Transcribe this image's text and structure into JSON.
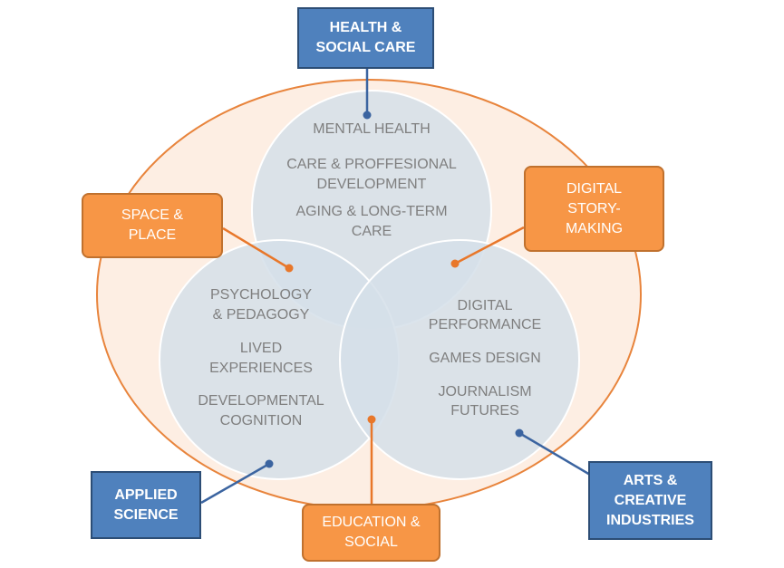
{
  "colors": {
    "outer_fill": "#fdeee3",
    "outer_stroke": "#e8843c",
    "circle_fill": "#d5dfe9",
    "circle_stroke": "#ffffff",
    "blue_box": "#4f81bd",
    "orange_box": "#f79646",
    "blue_line": "#3b64a0",
    "orange_line": "#e8772a",
    "area_text": "#7f7f7f"
  },
  "circles": {
    "top": {
      "items": [
        "MENTAL HEALTH",
        "CARE & PROFFESIONAL",
        "DEVELOPMENT",
        "AGING & LONG-TERM",
        "CARE"
      ]
    },
    "left": {
      "items": [
        "PSYCHOLOGY",
        "& PEDAGOGY",
        "LIVED",
        "EXPERIENCES",
        "DEVELOPMENTAL",
        "COGNITION"
      ]
    },
    "right": {
      "items": [
        "DIGITAL",
        "PERFORMANCE",
        "GAMES DESIGN",
        "JOURNALISM",
        "FUTURES"
      ]
    }
  },
  "boxes": {
    "health": "HEALTH &\nSOCIAL CARE",
    "space": "SPACE &\nPLACE",
    "digital_story": "DIGITAL\nSTORY-\nMAKING",
    "applied_science": "APPLIED\nSCIENCE",
    "education": "EDUCATION &\nSOCIAL",
    "arts": "ARTS &\nCREATIVE\nINDUSTRIES"
  }
}
